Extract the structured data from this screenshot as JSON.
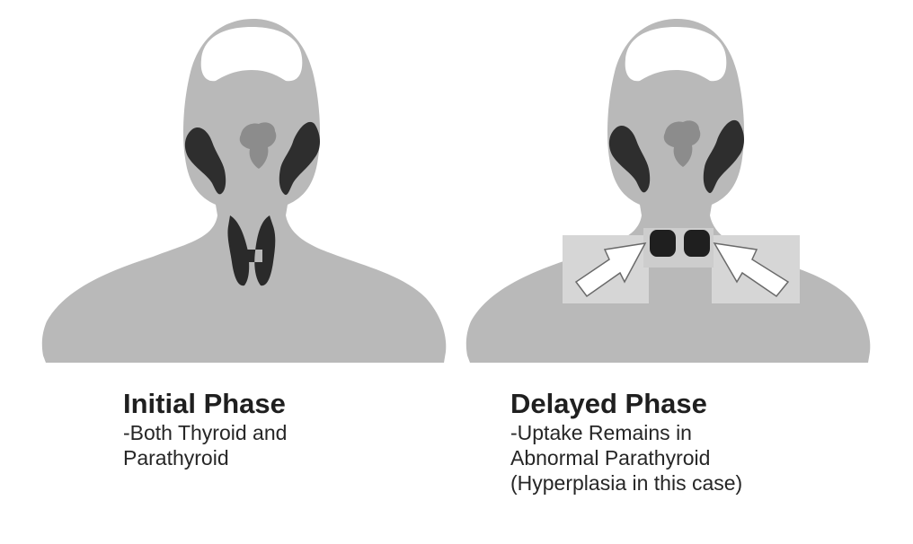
{
  "panels": [
    {
      "title": "Initial Phase",
      "lines": [
        "-Both Thyroid and",
        "Parathyroid"
      ]
    },
    {
      "title": "Delayed Phase",
      "lines": [
        "-Uptake Remains in",
        "Abnormal Parathyroid",
        "(Hyperplasia in this case)"
      ]
    }
  ],
  "colors": {
    "body_fill": "#b9b9b9",
    "salivary_uptake": "#2e2e2e",
    "oral_uptake": "#8c8c8c",
    "thyroid_uptake": "#2a2a2a",
    "parathyroid_uptake": "#1f1f1f",
    "highlight_box": "#d6d6d6",
    "arrow_fill": "#ffffff"
  },
  "icons": [
    "arrow-right-icon",
    "arrow-left-icon"
  ]
}
